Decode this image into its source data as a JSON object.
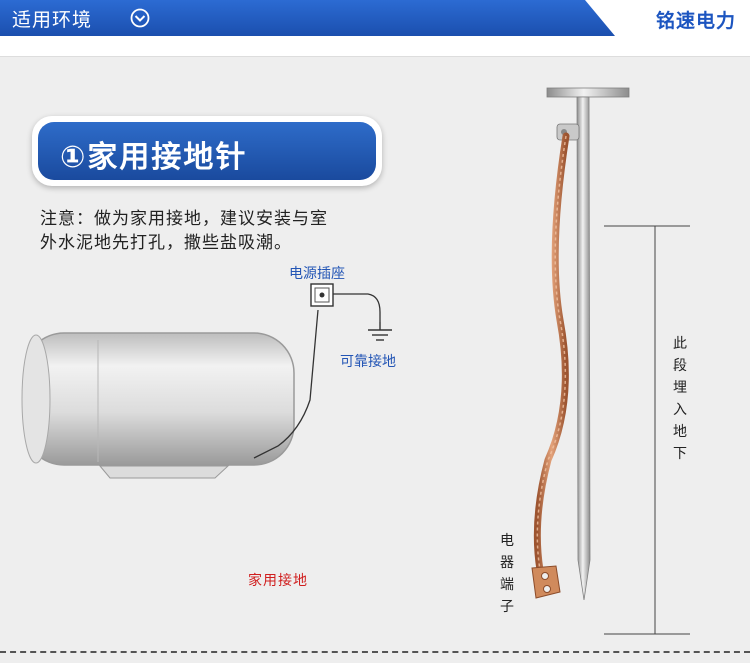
{
  "header": {
    "title": "适用环境",
    "brand": "铭速电力"
  },
  "section": {
    "title": "①家用接地针"
  },
  "note": {
    "line1": "注意：做为家用接地，建议安装与室",
    "line2": "外水泥地先打孔，撒些盐吸潮。"
  },
  "labels": {
    "power_socket": "电源插座",
    "reliable_ground": "可靠接地",
    "household_ground": "家用接地",
    "buried_section": "此段埋入地下",
    "appliance_terminal": "电器端子"
  },
  "colors": {
    "header_blue": "#1f5ac0",
    "pill_blue": "#2461b8",
    "label_blue": "#2355b5",
    "label_red": "#d01e1e",
    "copper": "#c77a4a"
  },
  "icons": {
    "header_chevron": "chevron-down-circle-icon",
    "socket": "power-socket-icon",
    "ground": "ground-symbol-icon"
  }
}
